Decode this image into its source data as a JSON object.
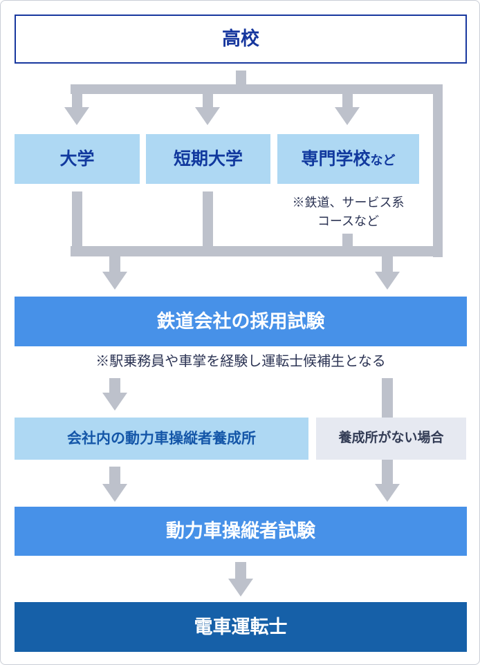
{
  "colors": {
    "navy": "#17379e",
    "light_blue": "#aed8f3",
    "mid_blue": "#4791e8",
    "dark_blue": "#1660a8",
    "gray_box": "#e6e9f1",
    "gray_box_text": "#333c55",
    "note_text": "#2b3353",
    "arrow": "#bdc1cb",
    "school_text": "#11399e",
    "training_text": "#1456a8"
  },
  "nodes": {
    "highschool": {
      "label": "高校"
    },
    "university": {
      "label": "大学"
    },
    "junior_college": {
      "label": "短期大学"
    },
    "vocational": {
      "label": "専門学校",
      "suffix": "など"
    },
    "vocational_note": {
      "line1": "※鉄道、サービス系",
      "line2": "コースなど"
    },
    "recruit_exam": {
      "label": "鉄道会社の採用試験"
    },
    "recruit_note": {
      "label": "※駅乗務員や車掌を経験し運転士候補生となる"
    },
    "training_center": {
      "label": "会社内の動力車操縦者養成所"
    },
    "no_training_center": {
      "label": "養成所がない場合"
    },
    "operator_exam": {
      "label": "動力車操縦者試験"
    },
    "train_driver": {
      "label": "電車運転士"
    }
  }
}
